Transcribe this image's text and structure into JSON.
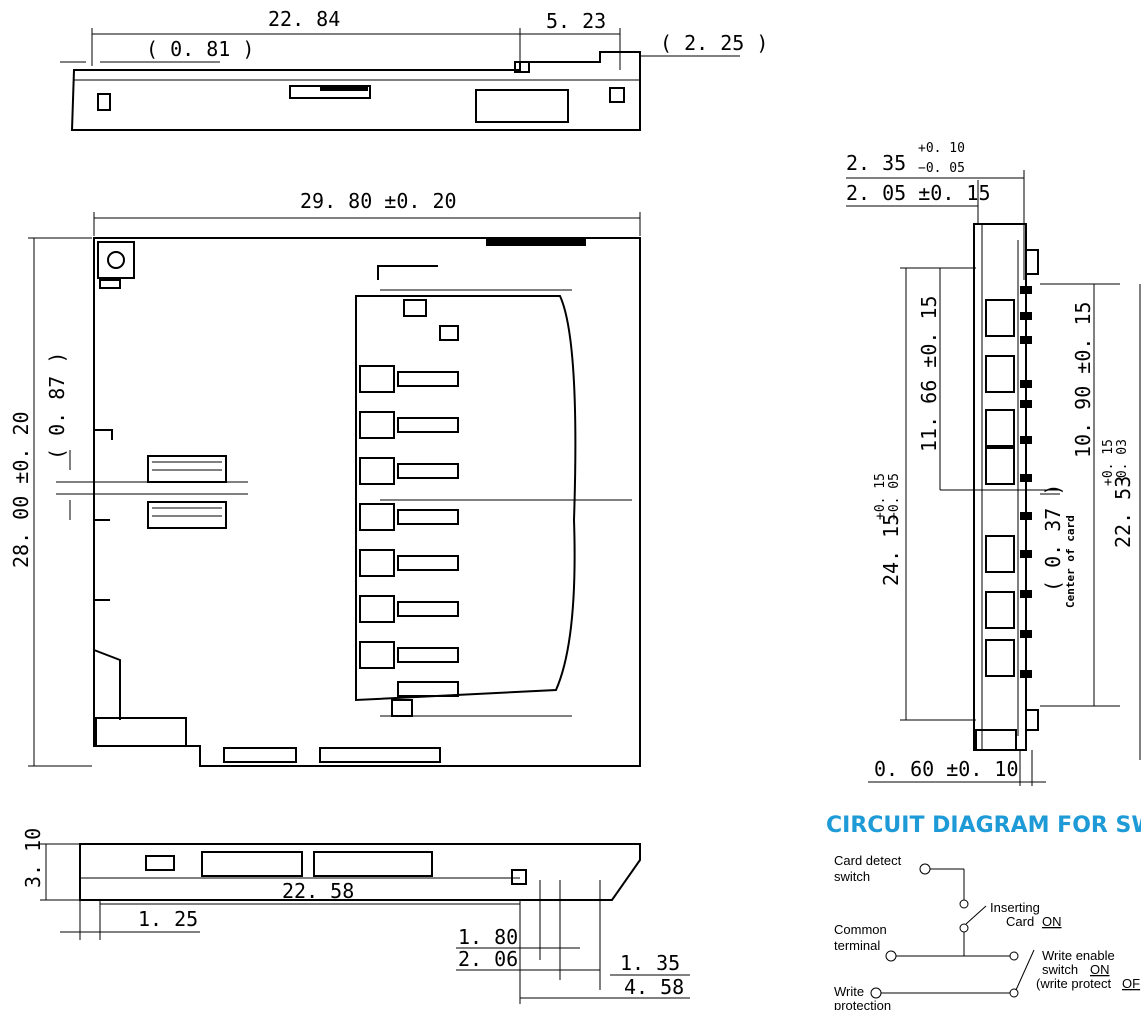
{
  "top_view": {
    "dim_length": "22. 84",
    "dim_offset": "5. 23",
    "dim_small": "( 0. 81 )",
    "dim_edge": "( 2. 25 )"
  },
  "front_view": {
    "dim_width": "29. 80  ±0. 20",
    "dim_height": "28. 00  ±0. 20",
    "dim_center": "( 0. 87 )"
  },
  "bottom_view": {
    "dim_thickness": "3. 10",
    "dim_base": "22. 58",
    "dim_a": "1. 25",
    "dim_b": "1. 80",
    "dim_c": "2. 06",
    "dim_d": "1. 35",
    "dim_e": "4. 58"
  },
  "side_view": {
    "dim_top_value": "2. 35",
    "dim_top_tol_plus": "+0. 10",
    "dim_top_tol_minus": "−0. 05",
    "dim_second": "2. 05  ±0. 15",
    "dim_left": "11. 66  ±0. 15",
    "dim_full_value": "24. 15",
    "dim_full_tol_plus": "+0. 15",
    "dim_full_tol_minus": "−0. 05",
    "dim_right": "10. 90  ±0. 15",
    "dim_right_full_value": "22. 53",
    "dim_right_full_tol_plus": "+0. 15",
    "dim_right_full_tol_minus": "−0. 03",
    "dim_center_offset": "( 0. 37 )",
    "center_note": "Center of card",
    "dim_bottom": "0. 60  ±0. 10"
  },
  "circuit": {
    "title": "CIRCUIT DIAGRAM FOR SWI",
    "card_detect_1": "Card detect",
    "card_detect_2": "switch",
    "inserting_1": "Inserting",
    "inserting_2": "Card",
    "inserting_on": "ON",
    "common_1": "Common",
    "common_2": "terminal",
    "write_enable_1": "Write enable",
    "write_enable_2": "switch",
    "write_enable_on": "ON",
    "write_enable_3": "(write protect",
    "write_enable_off": "OF",
    "write_1": "Write",
    "write_2": "protection"
  }
}
